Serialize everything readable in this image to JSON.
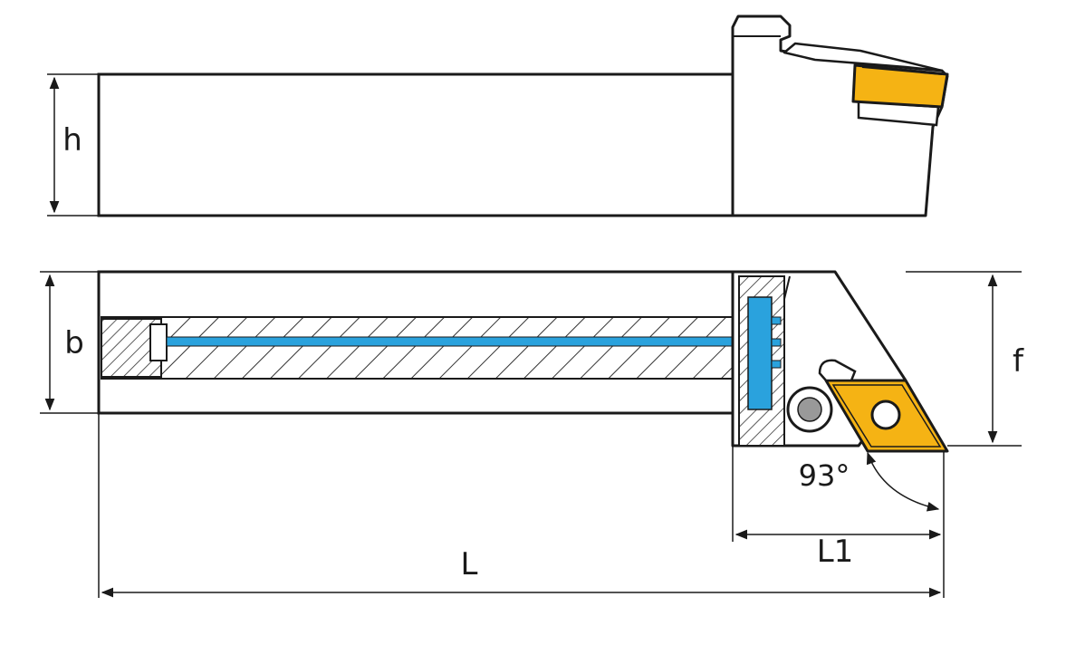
{
  "labels": {
    "h": "h",
    "b": "b",
    "f": "f",
    "L": "L",
    "L1": "L1",
    "angle": "93°"
  },
  "colors": {
    "insert": "#f5b314",
    "coolant": "#2aa2dd",
    "outline": "#1a1a1a",
    "body": "#ffffff"
  },
  "icons": {
    "dimension_arrow": "arrowhead"
  }
}
